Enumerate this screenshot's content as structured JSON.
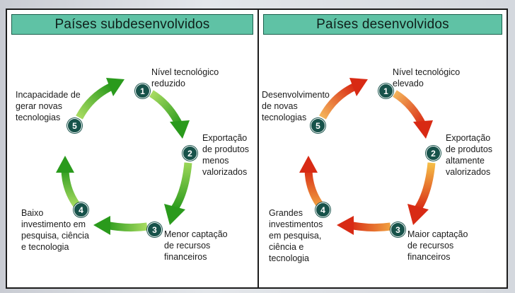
{
  "left_panel": {
    "title": "Países subdesenvolvidos",
    "color": "#3fae2a",
    "steps": [
      {
        "num": "1",
        "label": "Nível tecnológico\nreduzido"
      },
      {
        "num": "2",
        "label": "Exportação\nde produtos\nmenos\nvalorizados"
      },
      {
        "num": "3",
        "label": "Menor captação\nde recursos\nfinanceiros"
      },
      {
        "num": "4",
        "label": "Baixo\ninvestimento em\npesquisa, ciência\ne tecnologia"
      },
      {
        "num": "5",
        "label": "Incapacidade de\ngerar novas\ntecnologias"
      }
    ]
  },
  "right_panel": {
    "title": "Países desenvolvidos",
    "color": "#d82a14",
    "steps": [
      {
        "num": "1",
        "label": "Nível tecnológico\nelevado"
      },
      {
        "num": "2",
        "label": "Exportação\nde produtos\naltamente\nvalorizados"
      },
      {
        "num": "3",
        "label": "Maior captação\nde recursos\nfinanceiros"
      },
      {
        "num": "4",
        "label": "Grandes\ninvestimentos\nem pesquisa,\nciência e\ntecnologia"
      },
      {
        "num": "5",
        "label": "Desenvolvimento\nde novas\ntecnologias"
      }
    ]
  }
}
